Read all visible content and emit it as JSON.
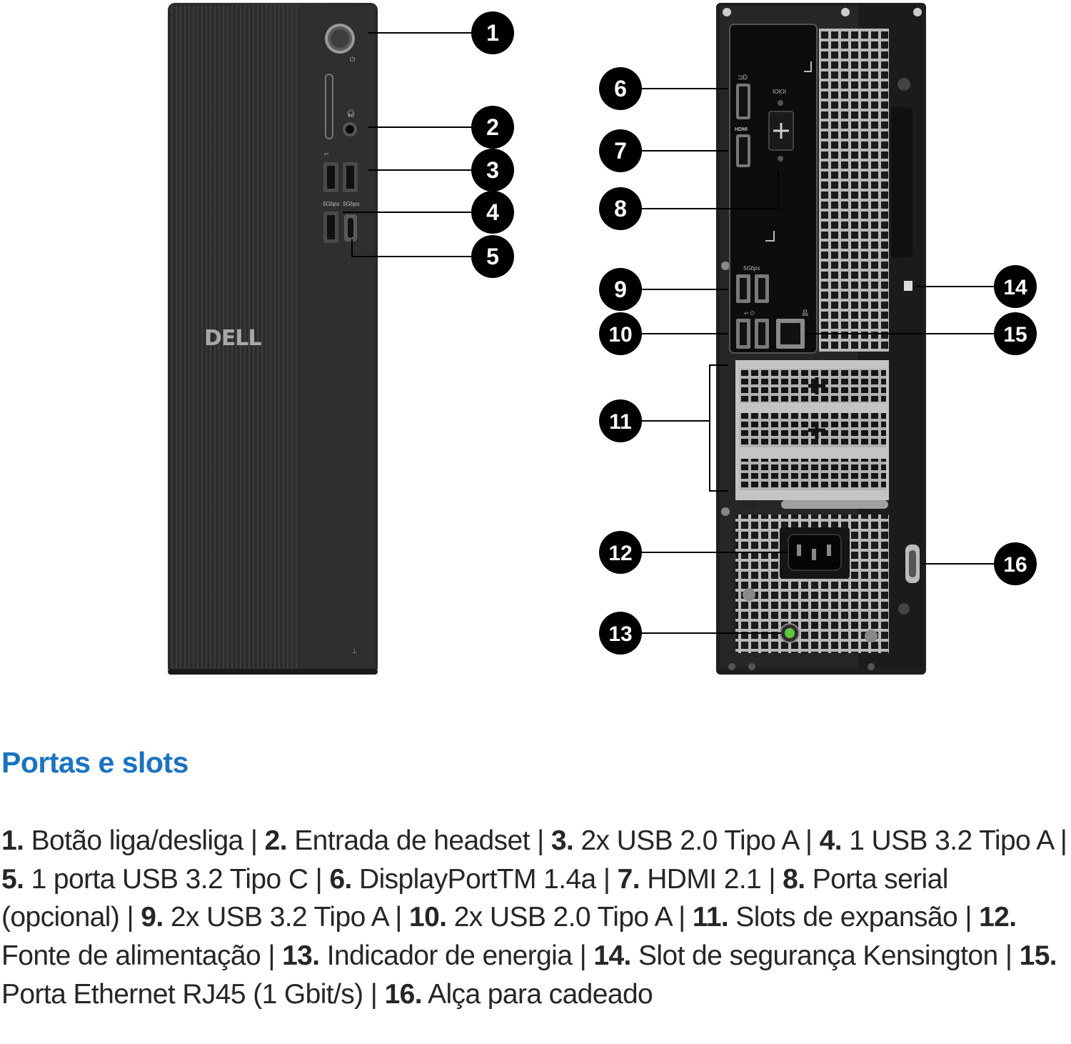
{
  "title": "Portas e slots",
  "front_callouts": [
    "1",
    "2",
    "3",
    "4",
    "5"
  ],
  "rear_callouts": [
    "6",
    "7",
    "8",
    "9",
    "10",
    "11",
    "12",
    "13",
    "14",
    "15",
    "16"
  ],
  "labels": {
    "logo": "DELL",
    "usb_speed": "5Gbps",
    "hdmi": "HDMI",
    "serial": "IOIOI"
  },
  "items": [
    {
      "num": "1.",
      "text": "Botão liga/desliga"
    },
    {
      "num": "2.",
      "text": "Entrada de headset"
    },
    {
      "num": "3.",
      "text": "2x USB 2.0 Tipo A"
    },
    {
      "num": "4.",
      "text": "1 USB 3.2 Tipo A"
    },
    {
      "num": "5.",
      "text": "1 porta USB 3.2 Tipo C"
    },
    {
      "num": "6.",
      "text": "DisplayPortTM 1.4a"
    },
    {
      "num": "7.",
      "text": "HDMI 2.1"
    },
    {
      "num": "8.",
      "text": "Porta serial (opcional)"
    },
    {
      "num": "9.",
      "text": "2x USB 3.2 Tipo A"
    },
    {
      "num": "10.",
      "text": "2x USB 2.0 Tipo A"
    },
    {
      "num": "11.",
      "text": "Slots de expansão"
    },
    {
      "num": "12.",
      "text": "Fonte de alimentação"
    },
    {
      "num": "13.",
      "text": "Indicador de energia"
    },
    {
      "num": "14.",
      "text": "Slot de segurança Kensington"
    },
    {
      "num": "15.",
      "text": "Porta Ethernet RJ45 (1 Gbit/s)"
    },
    {
      "num": "16.",
      "text": "Alça para cadeado"
    }
  ],
  "separator": " | ",
  "colors": {
    "title": "#1a73c1",
    "body_text": "#262626",
    "chassis": "#222222",
    "callout_circle": "#000000",
    "power_led": "#5ec83a"
  }
}
